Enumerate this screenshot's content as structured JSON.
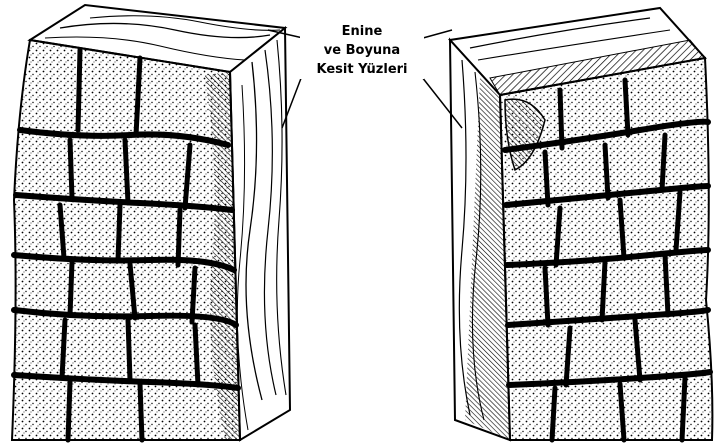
{
  "label": {
    "lines": [
      "Enine",
      "ve Boyuna",
      "Kesit Yüzleri"
    ]
  },
  "colors": {
    "ink": "#000000",
    "paper": "#ffffff"
  }
}
